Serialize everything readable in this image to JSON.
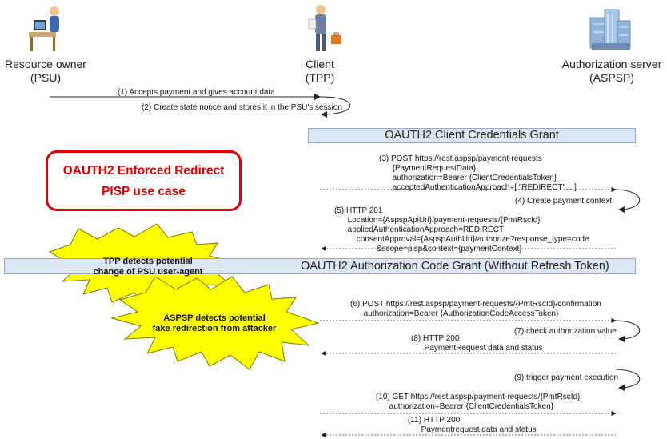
{
  "actors": {
    "psu": {
      "name": "Resource owner",
      "role": "(PSU)"
    },
    "tpp": {
      "name": "Client",
      "role": "(TPP)"
    },
    "aspsp": {
      "name": "Authorization server",
      "role": "(ASPSP)"
    }
  },
  "sections": {
    "client_credentials": "OAUTH2 Client Credentials Grant",
    "authorization_code": "OAUTH2 Authorization Code Grant (Without Refresh Token)"
  },
  "callout": {
    "line1": "OAUTH2 Enforced Redirect",
    "line2": "PISP use case",
    "color": "#e00000"
  },
  "bursts": [
    {
      "line1": "TPP detects potential",
      "line2": "change of PSU user-agent",
      "color": "#ffff00"
    },
    {
      "line1": "ASPSP detects potential",
      "line2": "fake redirection from attacker",
      "color": "#ffff00"
    }
  ],
  "messages": {
    "m1": "(1) Accepts payment and gives account data",
    "m2": "(2) Create state nonce and stores it in the PSU's session",
    "m3": "(3) POST https://rest.aspsp/payment-requests\n      {PaymentRequestData}\n      authorization=Bearer {ClientCredentialsToken}\n      acceptedAuthenticationApproach=[ \"REDIRECT\"... ]",
    "m4": "(4) Create payment context",
    "m5": "(5) HTTP 201\n      Location={AspspApiUri}/payment-requests/{PmtRscId}\n      appliedAuthenticationApproach=REDIRECT\n          consentApproval={AspspAuthUri}/authorize?response_type=code\n                   &scope=pisp&context={paymentContext}",
    "m6": "(6) POST https://rest.aspsp/payment-requests/{PmtRscId}/confirmation\n      authorization=Bearer {AuthorizationCodeAccessToken}",
    "m7": "(7) check authorization value",
    "m8": "(8) HTTP 200\n      PaymentRequest data and status",
    "m9": "(9) trigger payment execution",
    "m10": "(10) GET https://rest.aspsp/payment-requests/{PmtRscId}\n      authorization=Bearer {ClientCredentialsToken}",
    "m11": "(11) HTTP 200\n      Paymentrequest data and status"
  }
}
